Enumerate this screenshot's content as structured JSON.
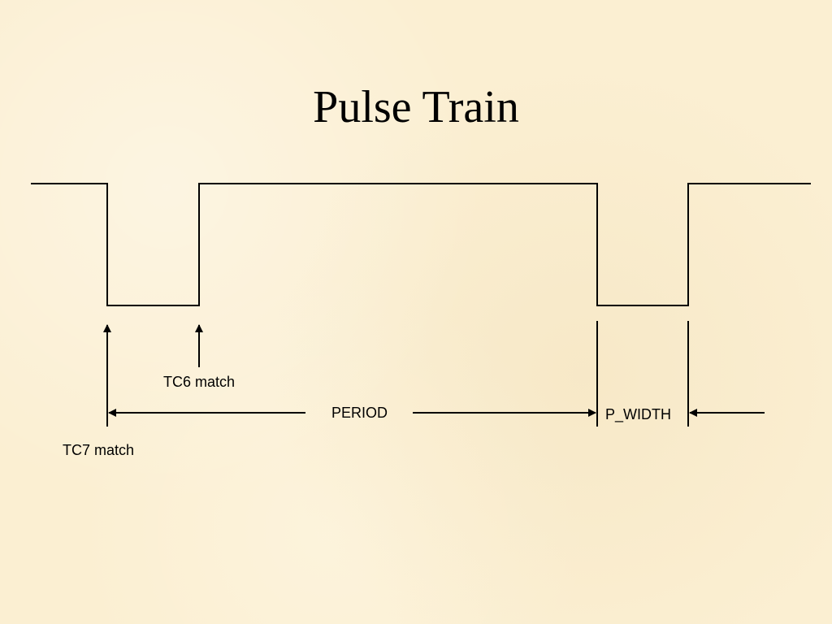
{
  "title": "Pulse Train",
  "labels": {
    "tc6": "TC6 match",
    "tc7": "TC7 match",
    "period": "PERIOD",
    "p_width": "P_WIDTH"
  }
}
